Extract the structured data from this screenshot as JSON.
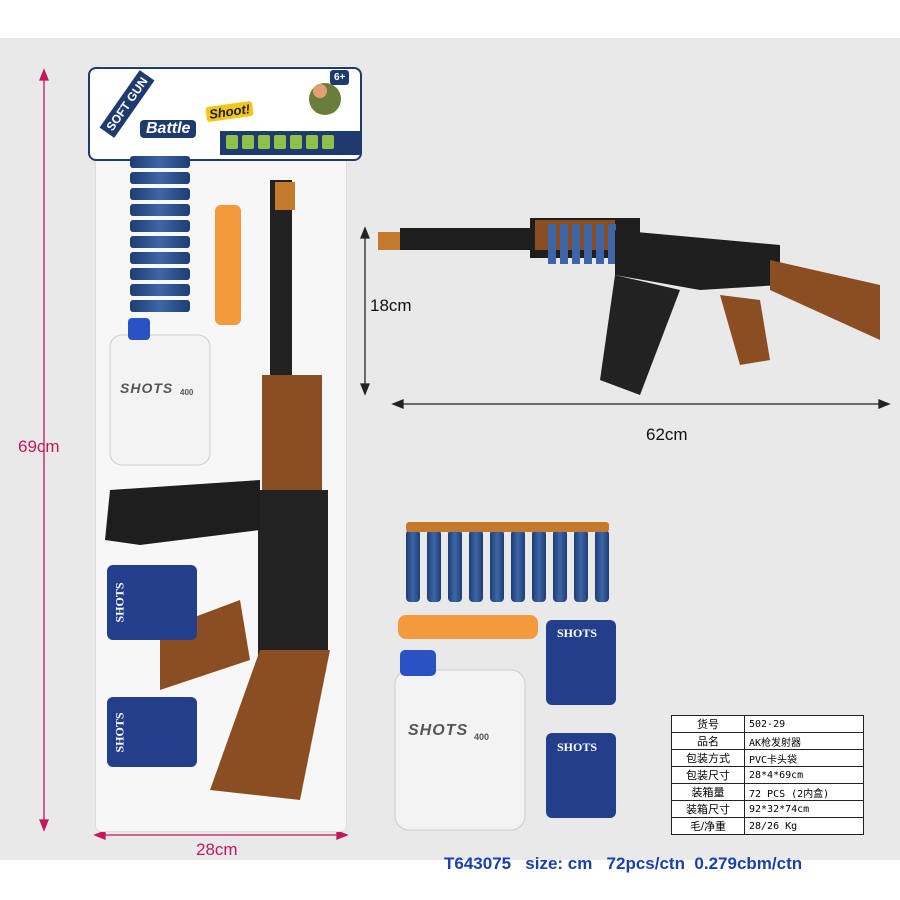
{
  "dimensions": {
    "height": "69cm",
    "width_card": "28cm",
    "gun_height": "18cm",
    "gun_length": "62cm"
  },
  "package": {
    "brand": "Battle",
    "series": "SOFT GUN",
    "age": "6+",
    "slogan": "Shoot!",
    "shots_label": "SHOTS",
    "shots_count": "400"
  },
  "spec_table": [
    {
      "key": "货号",
      "value": "502-29"
    },
    {
      "key": "品名",
      "value": "AK枪发射器"
    },
    {
      "key": "包装方式",
      "value": "PVC卡头袋"
    },
    {
      "key": "包装尺寸",
      "value": "28*4*69cm"
    },
    {
      "key": "装箱量",
      "value": "72 PCS (2内盒)"
    },
    {
      "key": "装箱尺寸",
      "value": "92*32*74cm"
    },
    {
      "key": "毛/净重",
      "value": "28/26 Kg"
    }
  ],
  "footer": "T643075   size: cm   72pcs/ctn  0.279cbm/ctn",
  "colors": {
    "dimension_pink": "#c2185b",
    "footer_blue": "#1a3fb0",
    "brand_navy": "#1e3a6e"
  }
}
